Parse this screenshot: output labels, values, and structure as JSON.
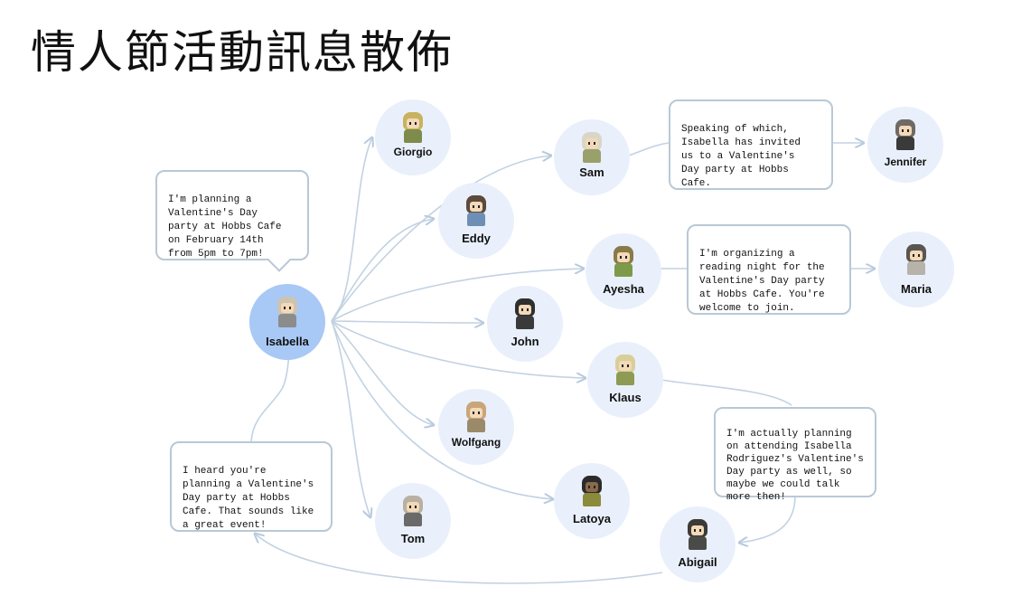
{
  "title": "情人節活動訊息散佈",
  "nodes": {
    "isabella": {
      "name": "Isabella"
    },
    "giorgio": {
      "name": "Giorgio"
    },
    "sam": {
      "name": "Sam"
    },
    "jennifer": {
      "name": "Jennifer"
    },
    "eddy": {
      "name": "Eddy"
    },
    "ayesha": {
      "name": "Ayesha"
    },
    "maria": {
      "name": "Maria"
    },
    "john": {
      "name": "John"
    },
    "klaus": {
      "name": "Klaus"
    },
    "wolfgang": {
      "name": "Wolfgang"
    },
    "latoya": {
      "name": "Latoya"
    },
    "tom": {
      "name": "Tom"
    },
    "abigail": {
      "name": "Abigail"
    }
  },
  "bubbles": {
    "isabella": "I'm planning a\nValentine's Day\nparty at Hobbs Cafe\non February 14th\nfrom 5pm to 7pm!",
    "sam": "Speaking of which,\nIsabella has invited\nus to a Valentine's\nDay party at Hobbs\nCafe.",
    "ayesha": "I'm organizing a\nreading night for the\nValentine's Day party\nat Hobbs Cafe. You're\nwelcome to join.",
    "klaus": "I'm actually planning\non attending Isabella\nRodriguez's Valentine's\nDay party as well, so\nmaybe we could talk\nmore then!",
    "tom": "I heard you're\nplanning a Valentine's\nDay party at Hobbs\nCafe. That sounds like\na great event!"
  },
  "colors": {
    "edge": "#c2d2e2",
    "node_bg": "#e9f0fb",
    "focus_node_bg": "#a8c8f5",
    "bubble_border": "#b9c8d6"
  }
}
